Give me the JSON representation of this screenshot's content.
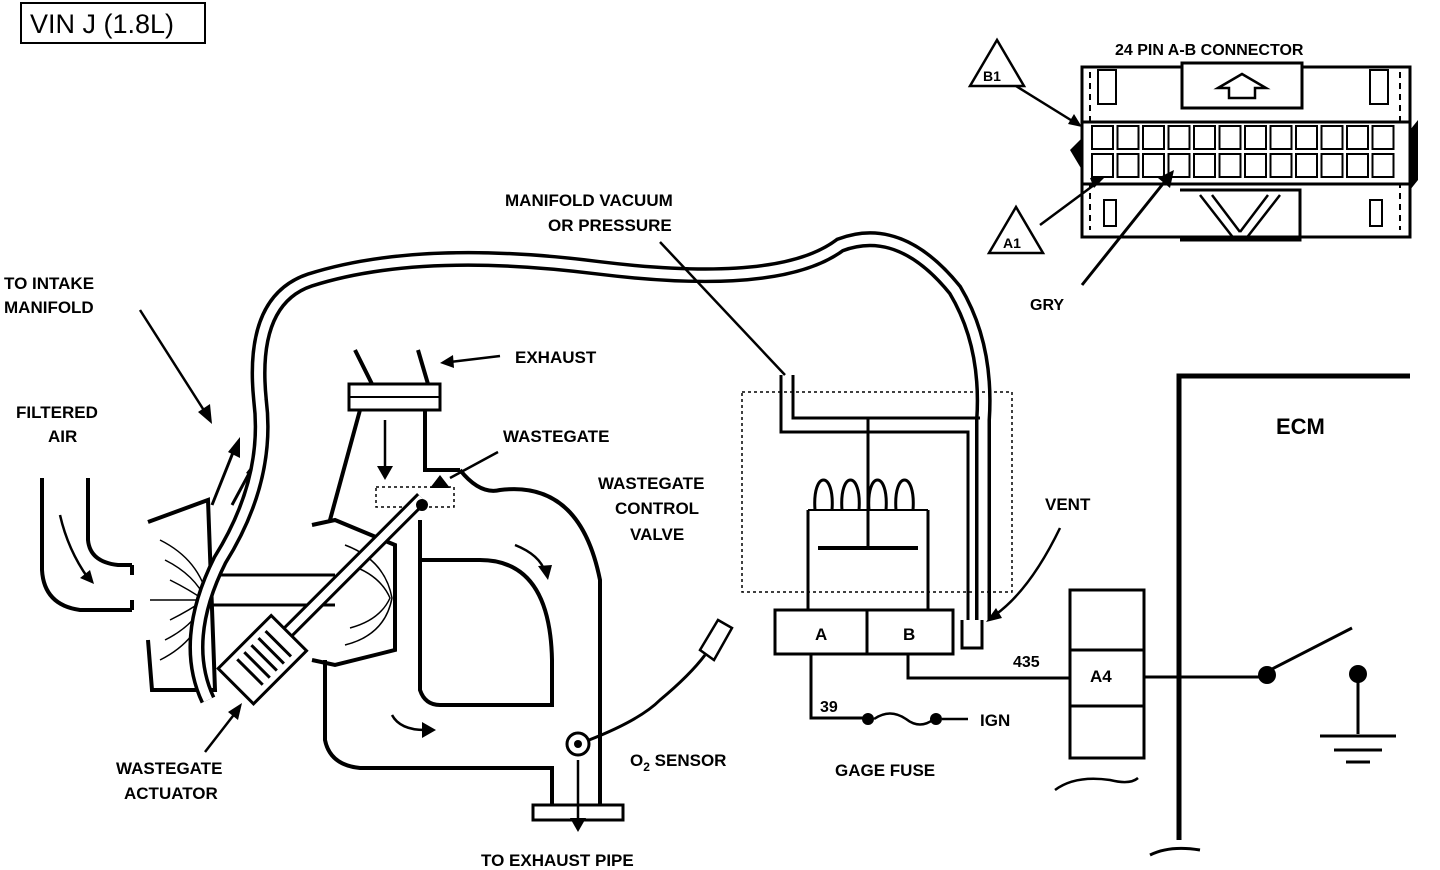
{
  "title": "VIN J (1.8L)",
  "connector": {
    "title": "24 PIN A-B  CONNECTOR",
    "pin_b1": "B1",
    "pin_a1": "A1",
    "wire_color": "GRY"
  },
  "labels": {
    "to_intake_manifold_1": "TO INTAKE",
    "to_intake_manifold_2": "MANIFOLD",
    "filtered_air_1": "FILTERED",
    "filtered_air_2": "AIR",
    "exhaust": "EXHAUST",
    "wastegate": "WASTEGATE",
    "manifold_vacuum_1": "MANIFOLD  VACUUM",
    "manifold_vacuum_2": "OR PRESSURE",
    "wastegate_control_1": "WASTEGATE",
    "wastegate_control_2": "CONTROL",
    "wastegate_control_3": "VALVE",
    "vent": "VENT",
    "ecm": "ECM",
    "wastegate_actuator_1": "WASTEGATE",
    "wastegate_actuator_2": "ACTUATOR",
    "o2_sensor_o": "O",
    "o2_sensor_sub": "2",
    "o2_sensor_rest": " SENSOR",
    "to_exhaust_pipe": "TO EXHAUST PIPE",
    "gage_fuse": "GAGE FUSE",
    "ign": "IGN"
  },
  "terminals": {
    "a": "A",
    "b": "B",
    "a4": "A4"
  },
  "circuits": {
    "c435": "435",
    "c39": "39"
  }
}
